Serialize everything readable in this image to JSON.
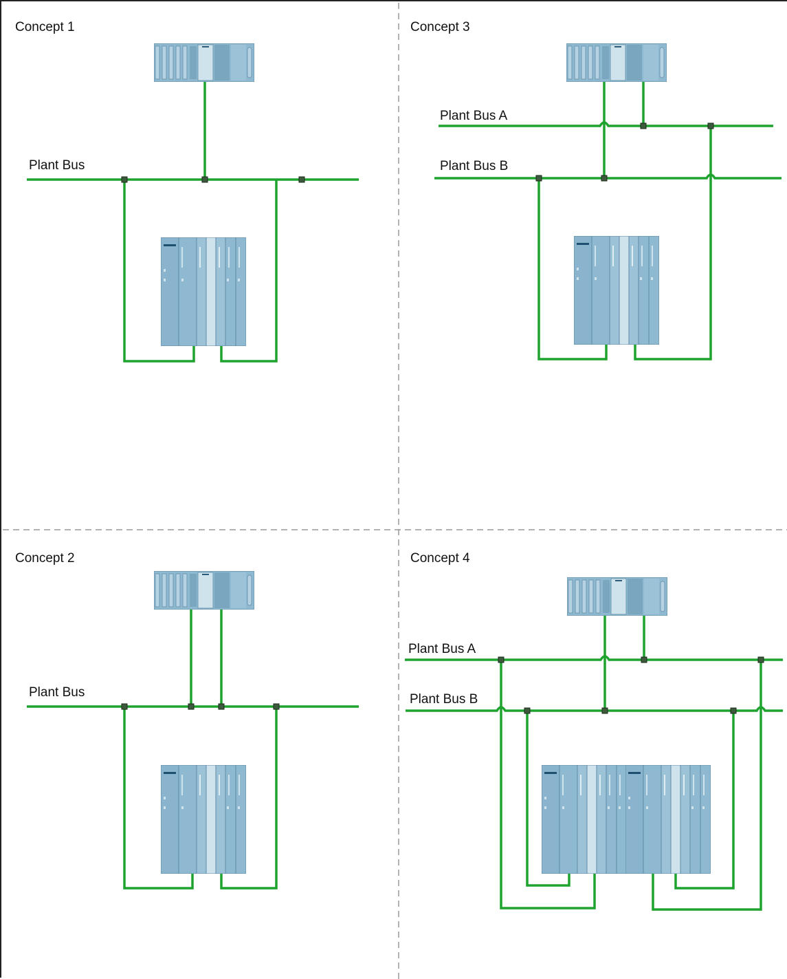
{
  "panels": [
    {
      "title": "Concept 1",
      "bus_label": "Plant Bus"
    },
    {
      "title": "Concept 3",
      "bus_a_label": "Plant Bus A",
      "bus_b_label": "Plant Bus B"
    },
    {
      "title": "Concept 2",
      "bus_label": "Plant Bus"
    },
    {
      "title": "Concept 4",
      "bus_a_label": "Plant Bus A",
      "bus_b_label": "Plant Bus B"
    }
  ],
  "colors": {
    "bus_line": "#1fa32f",
    "node": "#3d5a3d",
    "device_fill": "#8fb9d1",
    "device_dark": "#5f8aa6",
    "device_light": "#c9dfea",
    "divider": "#999999"
  },
  "icons": {
    "server": "operator-station-server-icon",
    "controller": "automation-controller-rack-icon"
  }
}
